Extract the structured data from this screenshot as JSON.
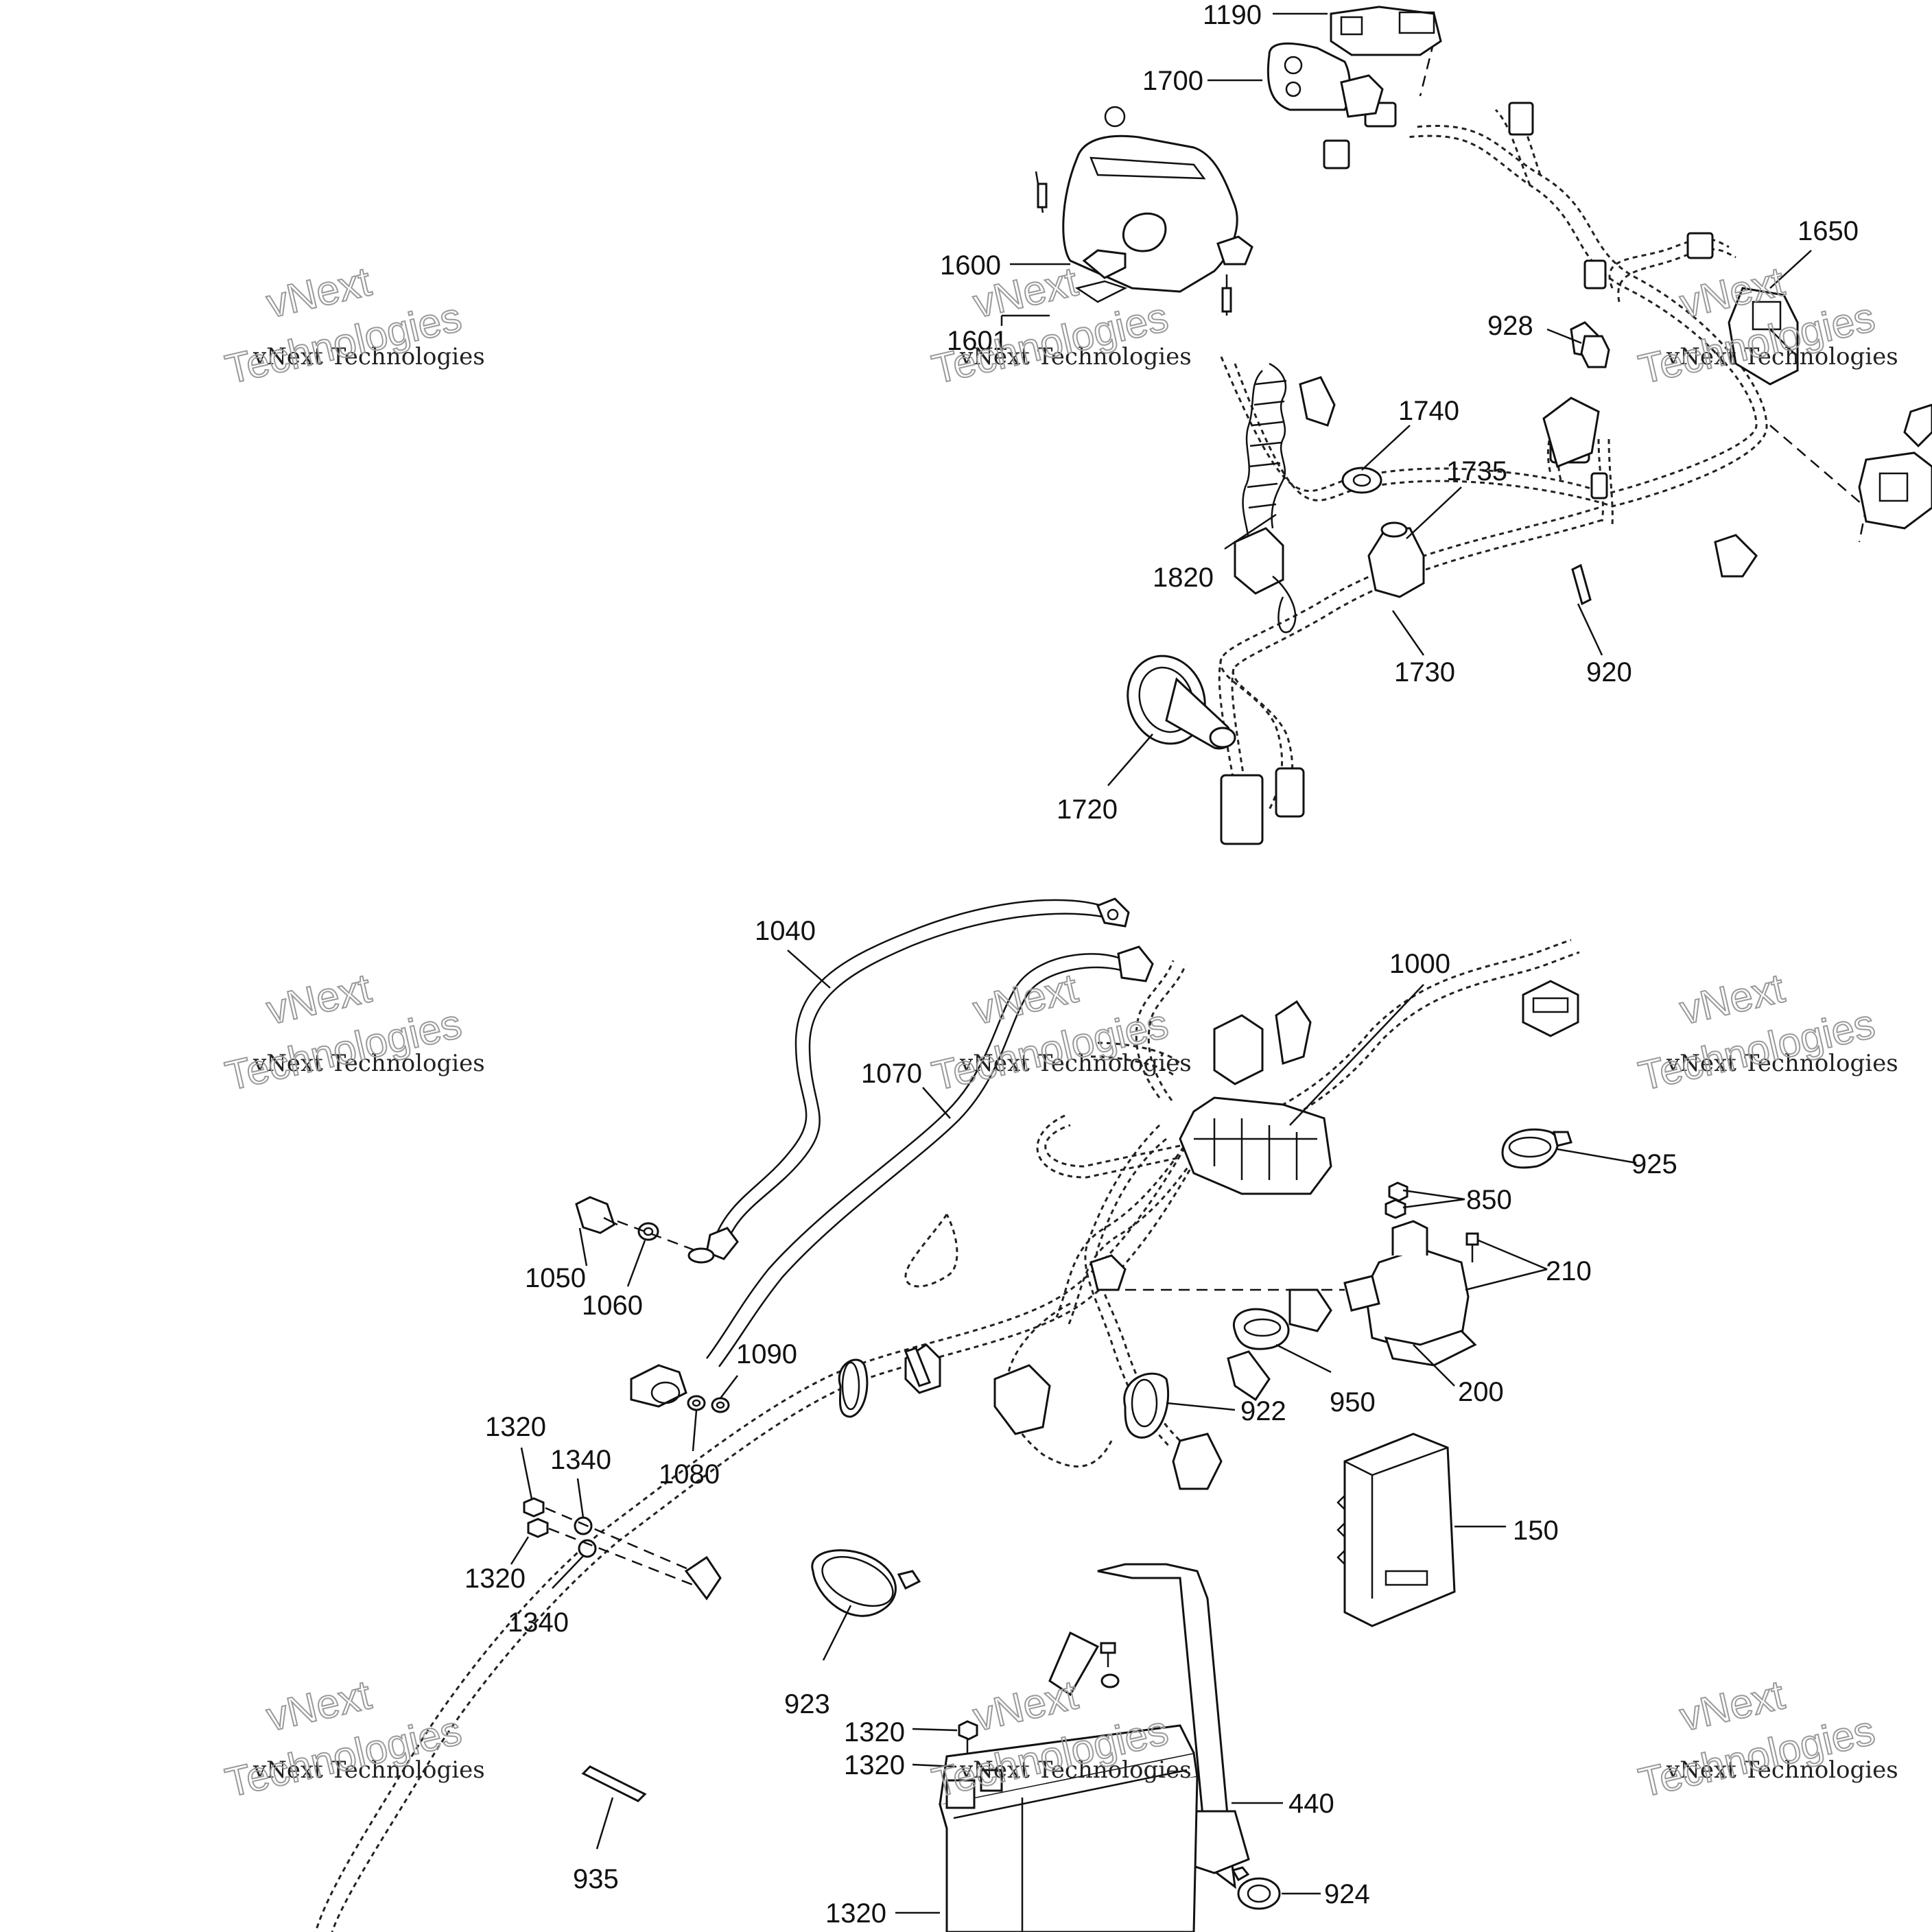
{
  "watermark": {
    "brand_small": "vNext Technologies",
    "brand_line1": "vNext",
    "brand_line2": "Technologies"
  },
  "callouts": {
    "c1190": "1190",
    "c1700": "1700",
    "c1600": "1600",
    "c1601": "1601",
    "c1650": "1650",
    "c928": "928",
    "c1740": "1740",
    "c1735": "1735",
    "c1820": "1820",
    "c1730": "1730",
    "c920": "920",
    "c1720": "1720",
    "c1040": "1040",
    "c1000": "1000",
    "c1070": "1070",
    "c925": "925",
    "c850": "850",
    "c210": "210",
    "c1050": "1050",
    "c1060": "1060",
    "c1090": "1090",
    "c1080": "1080",
    "c922": "922",
    "c950": "950",
    "c200": "200",
    "c1320a": "1320",
    "c1340a": "1340",
    "c1320b": "1320",
    "c1340b": "1340",
    "c150": "150",
    "c923": "923",
    "c1320c": "1320",
    "c1320d": "1320",
    "c440": "440",
    "c935": "935",
    "c924": "924",
    "c1320e": "1320"
  }
}
